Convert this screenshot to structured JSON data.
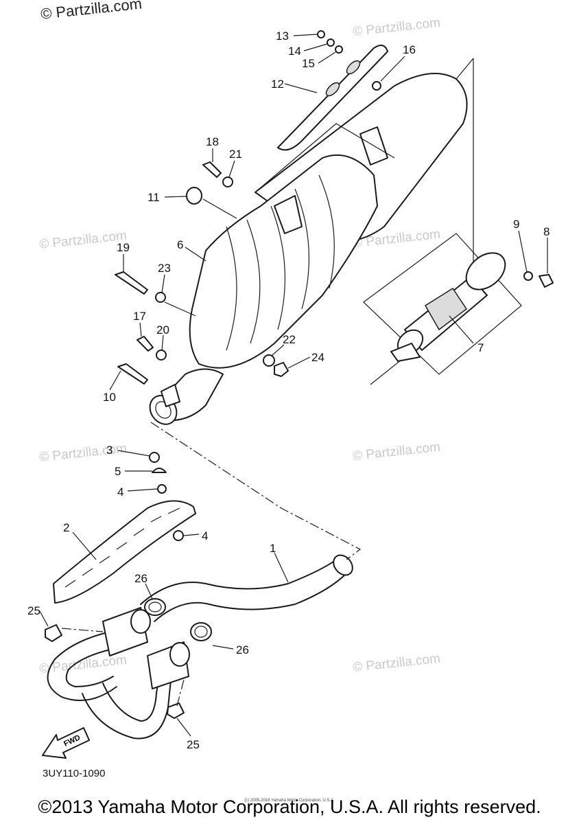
{
  "watermark_main": "© Partzilla.com",
  "watermark_repeat": "© Partzilla.com",
  "diagram_code": "3UY110-1090",
  "footer": "©2013 Yamaha Motor Corporation, U.S.A. All rights reserved.",
  "footer_small": "(c) 2005-2016 Yamaha Motor Corporation, U.S.A.",
  "fwd_label": "FWD",
  "callouts": [
    "13",
    "14",
    "15",
    "16",
    "12",
    "18",
    "21",
    "11",
    "6",
    "19",
    "23",
    "17",
    "20",
    "10",
    "22",
    "24",
    "9",
    "8",
    "7",
    "3",
    "5",
    "4",
    "2",
    "4",
    "1",
    "26",
    "25",
    "26",
    "25"
  ]
}
